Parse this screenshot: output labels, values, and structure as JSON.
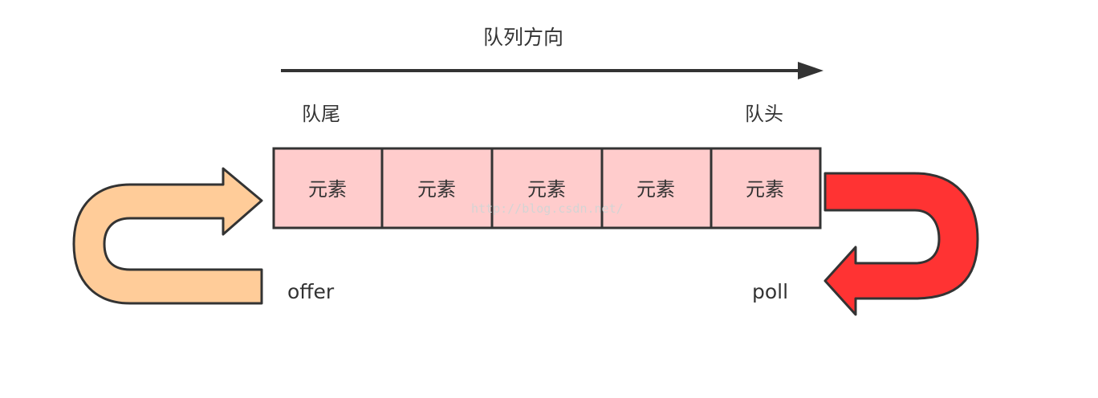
{
  "title": "队列方向",
  "tail_label": "队尾",
  "head_label": "队头",
  "cells": [
    {
      "label": "元素"
    },
    {
      "label": "元素"
    },
    {
      "label": "元素"
    },
    {
      "label": "元素"
    },
    {
      "label": "元素"
    }
  ],
  "offer_label": "offer",
  "poll_label": "poll",
  "watermark": "http://blog.csdn.net/",
  "colors": {
    "cell_fill": "#ffcccc",
    "offer_arrow": "#ffcc99",
    "poll_arrow": "#ff3333",
    "stroke": "#333333"
  }
}
